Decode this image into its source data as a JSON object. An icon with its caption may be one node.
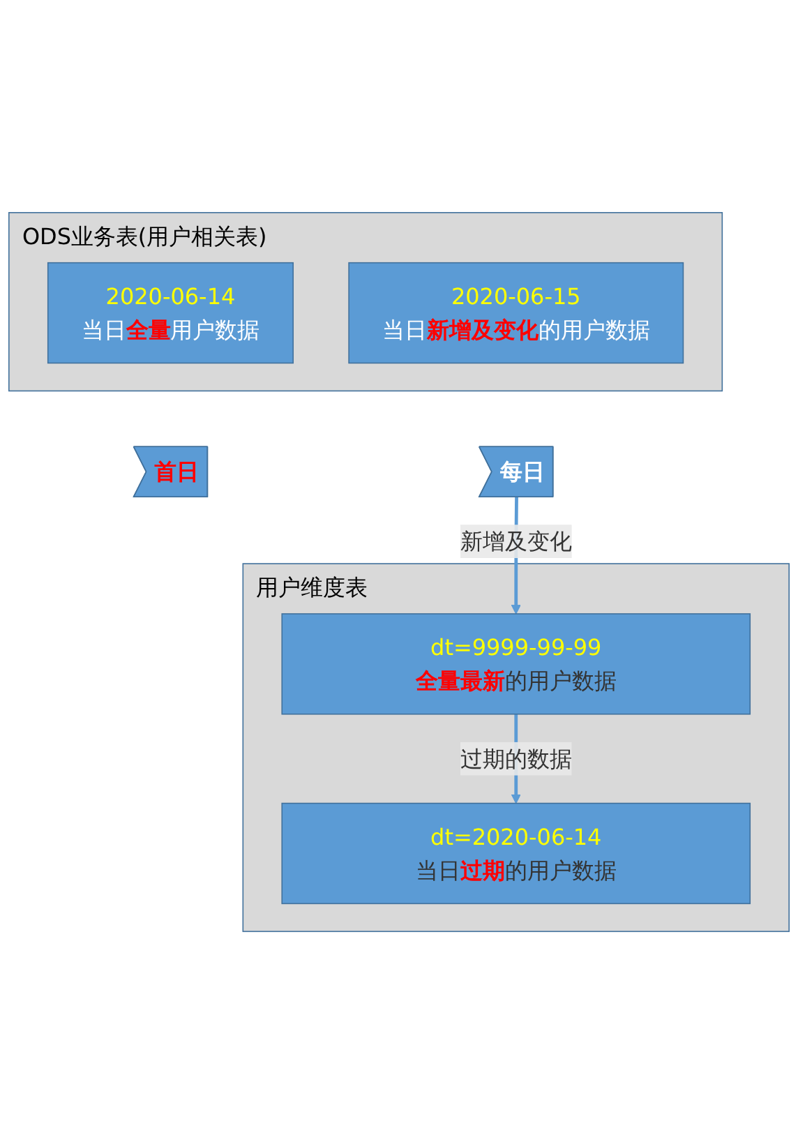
{
  "diagram": {
    "nodes": [
      {
        "text": [
          "ODS业务表(用户相关表)"
        ]
      },
      {
        "text": [
          "2020-06-14",
          "当日**全量**用户数据"
        ],
        "in": 0
      },
      {
        "text": [
          "2020-06-15",
          "当日**新增及变化**的用户数据"
        ],
        "in": 0
      },
      {
        "text": [
          "首日"
        ]
      },
      {
        "text": [
          "每日"
        ]
      },
      {
        "text": [
          "用户维度表"
        ]
      },
      {
        "text": [
          "dt=9999-99-99",
          "**全量最新**的用户数据"
        ],
        "in": 5
      },
      {
        "text": [
          "dt=2020-06-14",
          "当日**过期**的用户数据"
        ],
        "in": 5
      }
    ],
    "edges": [
      {
        "from": 4,
        "to": 6,
        "arrow": "to",
        "label": "新增及变化"
      },
      {
        "from": 6,
        "to": 7,
        "arrow": "to",
        "label": "过期的数据"
      }
    ]
  }
}
